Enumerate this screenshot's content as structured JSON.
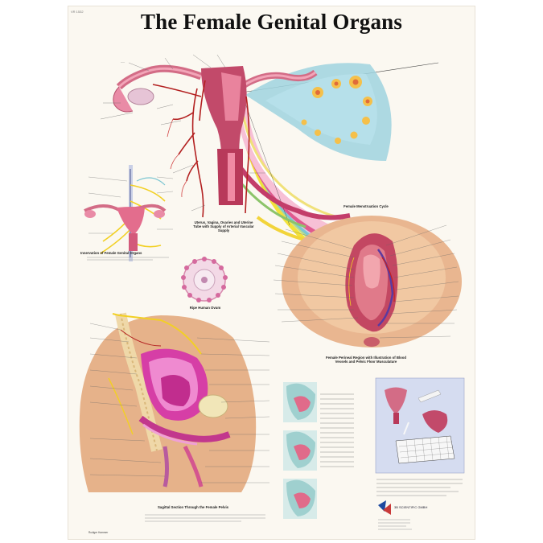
{
  "poster": {
    "code": "VR 1532",
    "title": "The Female Genital Organs",
    "captions": {
      "uterus": "Uterus, Vagina, Ovaries and Uterine Tube with Supply of Arterial Vascular Supply",
      "cycle": "Female Menstruation Cycle",
      "innervation": "Innervation of Female Genital Organs",
      "ovum": "Ripe Human Ovum",
      "perineal": "Female Perineal Region with Illustration of Blood Vessels and Pelvic Floor Musculature",
      "sagittal": "Sagittal Section Through the Female Pelvis"
    },
    "brand": "3B SCIENTIFIC GMBH",
    "author": "Rudiger Hammer"
  },
  "colors": {
    "uterus": "#c24a6a",
    "tube": "#d36c86",
    "artery": "#b32020",
    "cycle_pink": "#e05a8f",
    "cycle_yellow": "#f2e23a",
    "cycle_teal": "#7ec7d2",
    "skin": "#e9b690",
    "flesh": "#f1cfae",
    "magenta": "#d63ea6",
    "spine": "#efd8a8",
    "nerve": "#f2d024",
    "inset_panel": "#d5dcf0"
  },
  "icons": {
    "brand_logo": "3b-scientific-logo"
  }
}
